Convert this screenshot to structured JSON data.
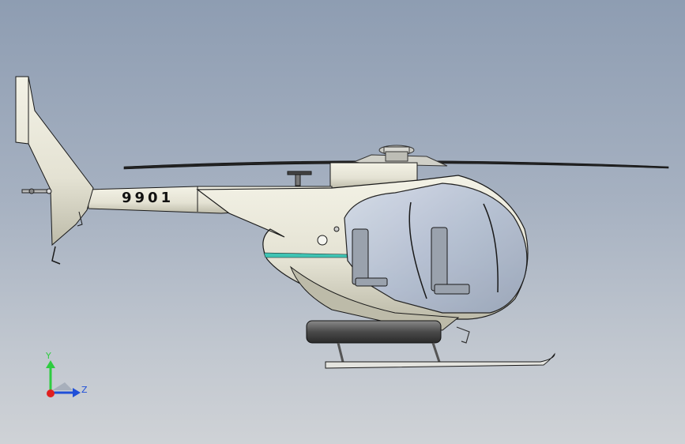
{
  "model": {
    "registration": "9901"
  },
  "triad": {
    "y_label": "Y",
    "z_label": "Z",
    "y_color": "#2ecc40",
    "z_color": "#1f4fd8",
    "x_color": "#e02020"
  },
  "colors": {
    "body": "#e8e6d8",
    "body_shade": "#cfcdbd",
    "stripe": "#3fc4b4",
    "canopy": "#b9c3d6",
    "outline": "#1a1a1a",
    "seat": "#9aa2ad"
  }
}
